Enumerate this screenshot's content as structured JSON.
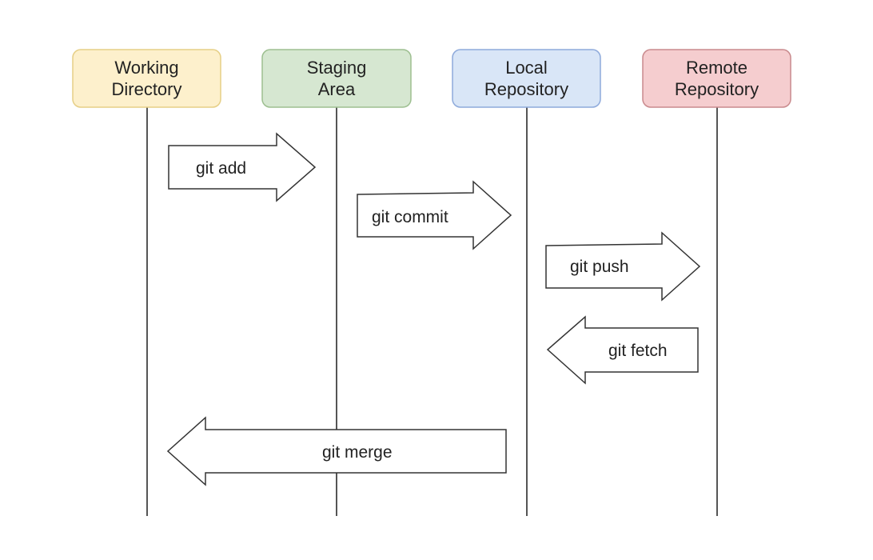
{
  "columns": [
    {
      "id": "working-directory",
      "lines": [
        "Working",
        "Directory"
      ],
      "fill": "#fdf0cc",
      "stroke": "#e6cf86"
    },
    {
      "id": "staging-area",
      "lines": [
        "Staging",
        "Area"
      ],
      "fill": "#d6e7d1",
      "stroke": "#9dbf90"
    },
    {
      "id": "local-repository",
      "lines": [
        "Local",
        "Repository"
      ],
      "fill": "#d9e6f7",
      "stroke": "#8eaadb"
    },
    {
      "id": "remote-repository",
      "lines": [
        "Remote",
        "Repository"
      ],
      "fill": "#f5cdcf",
      "stroke": "#c98a8d"
    }
  ],
  "commands": [
    {
      "id": "git-add",
      "label": "git add",
      "from": 0,
      "to": 1,
      "direction": "right"
    },
    {
      "id": "git-commit",
      "label": "git commit",
      "from": 1,
      "to": 2,
      "direction": "right"
    },
    {
      "id": "git-push",
      "label": "git push",
      "from": 2,
      "to": 3,
      "direction": "right"
    },
    {
      "id": "git-fetch",
      "label": "git fetch",
      "from": 3,
      "to": 2,
      "direction": "left"
    },
    {
      "id": "git-merge",
      "label": "git merge",
      "from": 2,
      "to": 0,
      "direction": "left"
    }
  ]
}
